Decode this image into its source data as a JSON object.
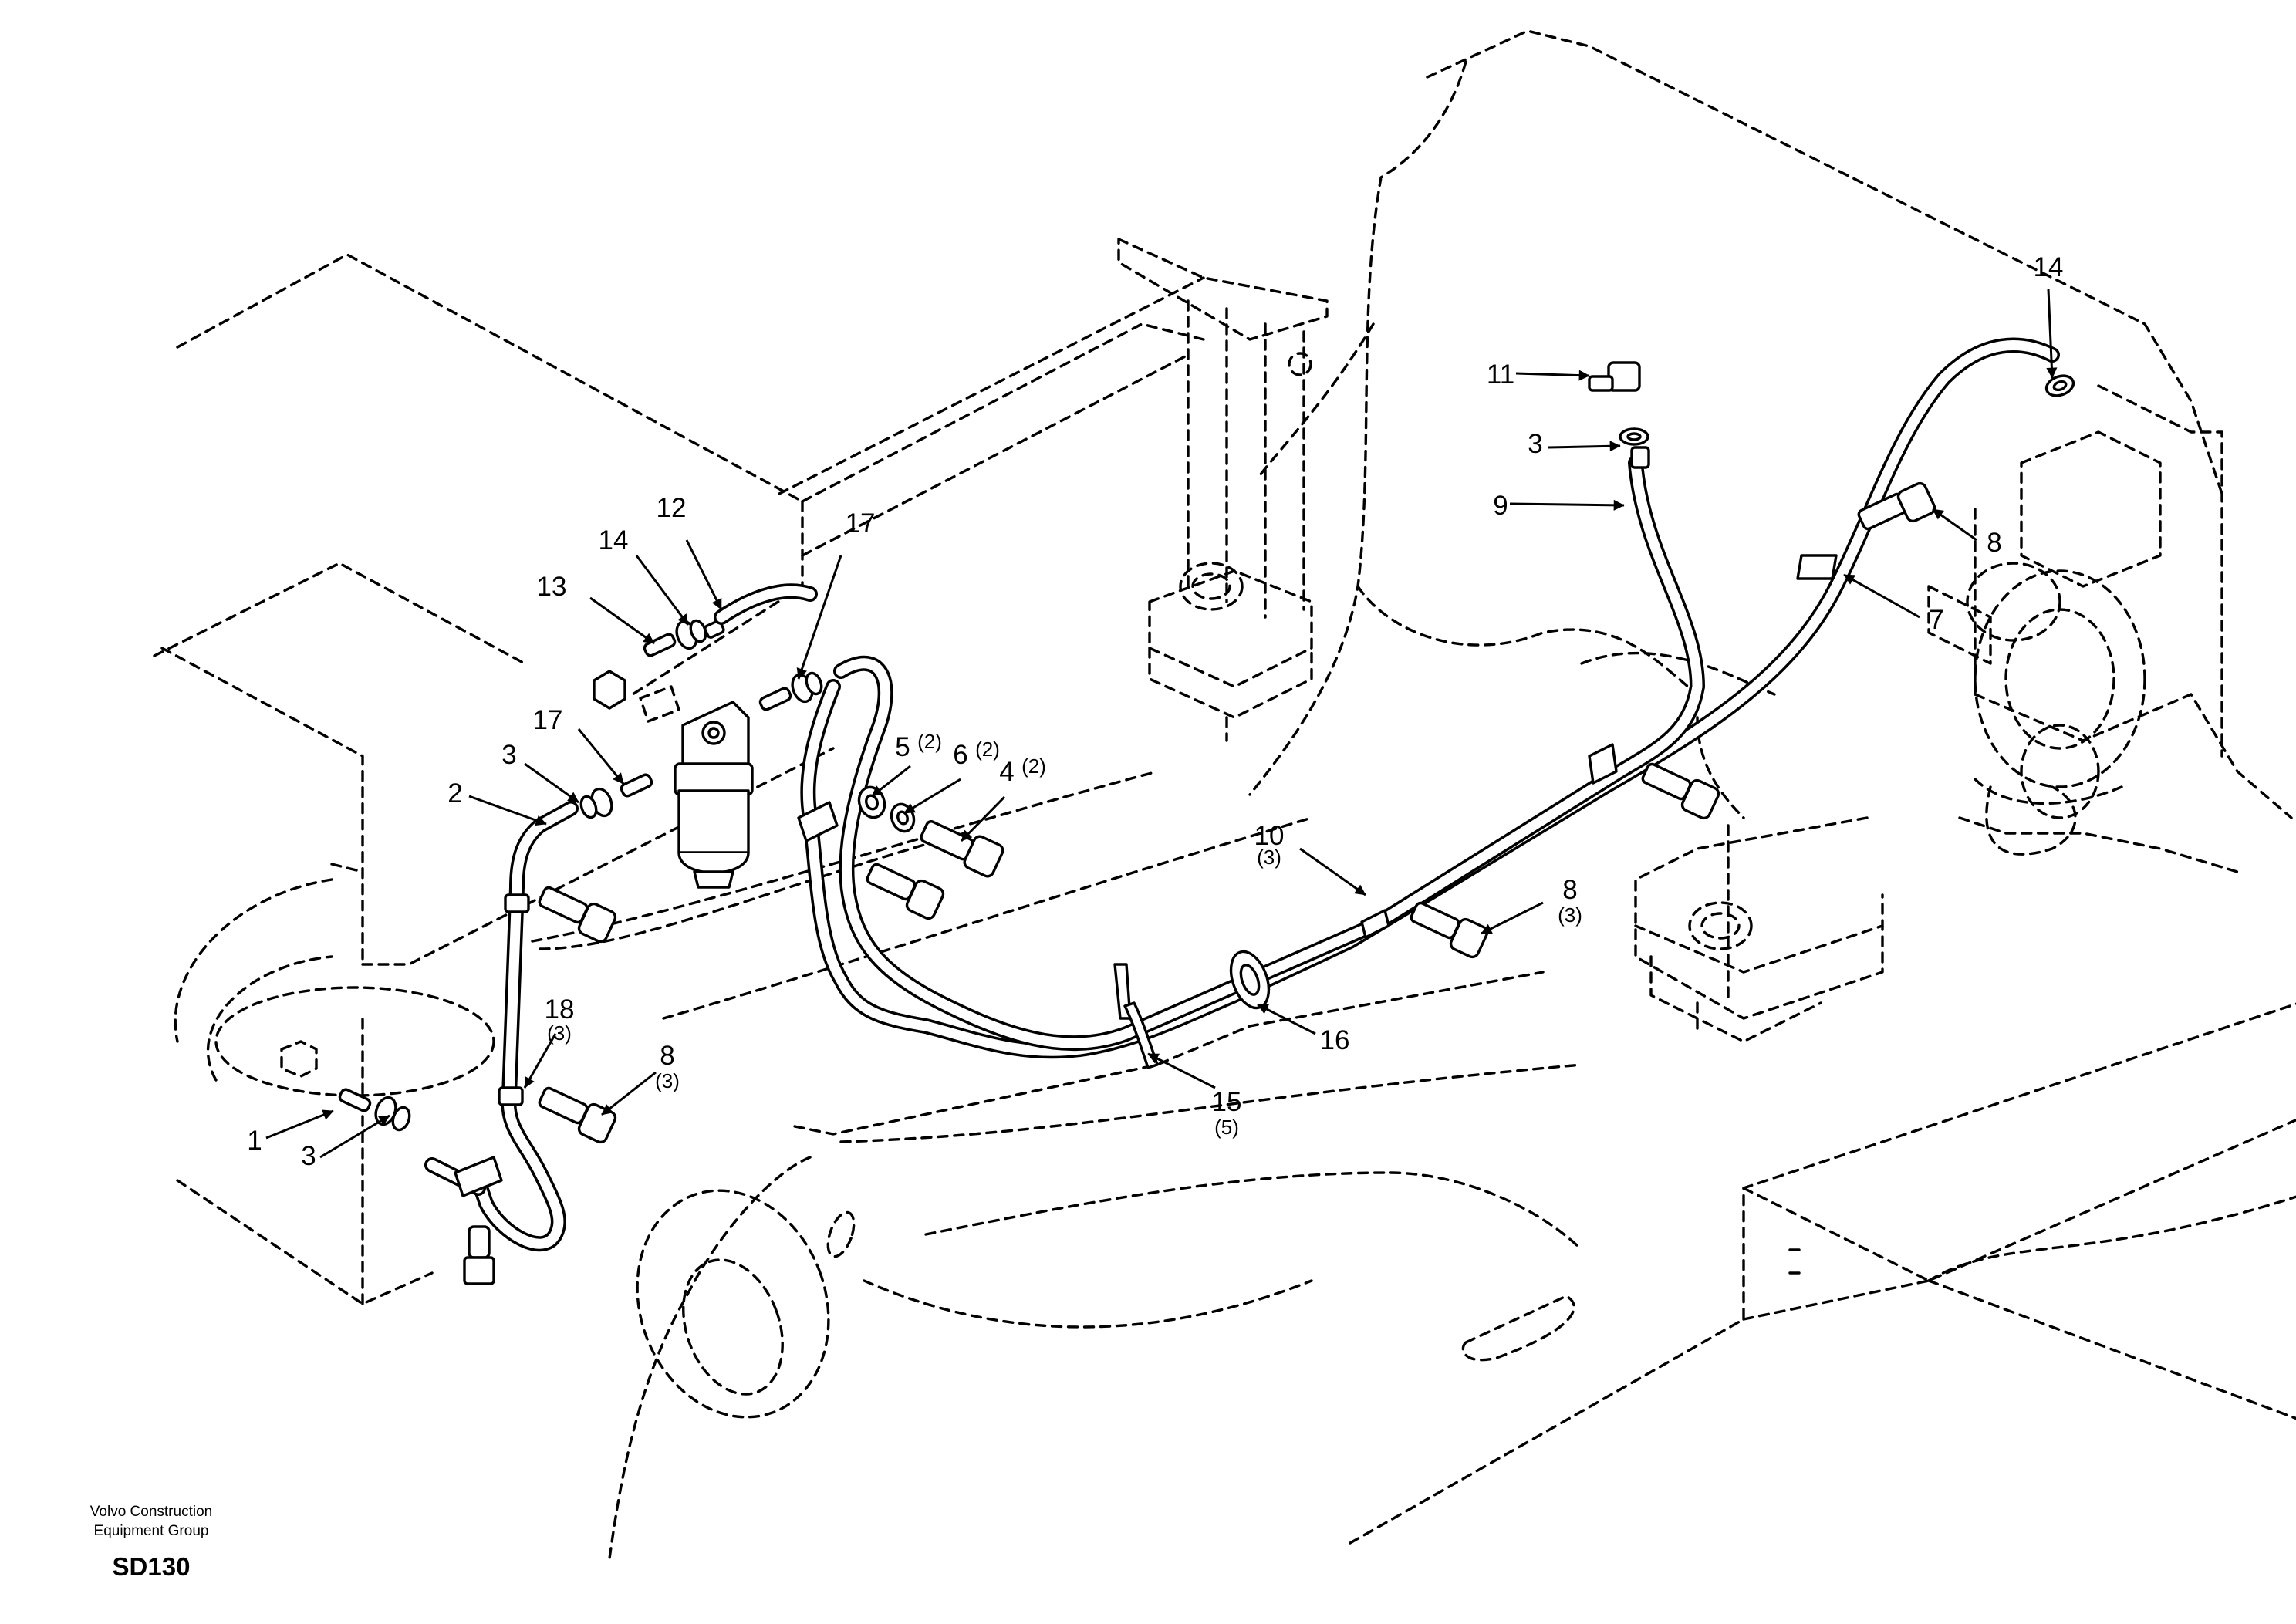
{
  "footer": {
    "company_line1": "Volvo Construction",
    "company_line2": "Equipment Group",
    "drawing_code": "SD130"
  },
  "callouts": [
    {
      "id": "c1",
      "number": "1",
      "qty": ""
    },
    {
      "id": "c2",
      "number": "2",
      "qty": ""
    },
    {
      "id": "c3a",
      "number": "3",
      "qty": ""
    },
    {
      "id": "c3b",
      "number": "3",
      "qty": ""
    },
    {
      "id": "c3c",
      "number": "3",
      "qty": ""
    },
    {
      "id": "c4",
      "number": "4",
      "qty": "(2)"
    },
    {
      "id": "c5",
      "number": "5",
      "qty": "(2)"
    },
    {
      "id": "c6",
      "number": "6",
      "qty": "(2)"
    },
    {
      "id": "c7",
      "number": "7",
      "qty": ""
    },
    {
      "id": "c8a",
      "number": "8",
      "qty": ""
    },
    {
      "id": "c8b",
      "number": "8",
      "qty": "(3)"
    },
    {
      "id": "c8c",
      "number": "8",
      "qty": "(3)"
    },
    {
      "id": "c9",
      "number": "9",
      "qty": ""
    },
    {
      "id": "c10",
      "number": "10",
      "qty": "(3)"
    },
    {
      "id": "c11",
      "number": "11",
      "qty": ""
    },
    {
      "id": "c12",
      "number": "12",
      "qty": ""
    },
    {
      "id": "c13",
      "number": "13",
      "qty": ""
    },
    {
      "id": "c14a",
      "number": "14",
      "qty": ""
    },
    {
      "id": "c14b",
      "number": "14",
      "qty": ""
    },
    {
      "id": "c15",
      "number": "15",
      "qty": "(5)"
    },
    {
      "id": "c16",
      "number": "16",
      "qty": ""
    },
    {
      "id": "c17a",
      "number": "17",
      "qty": ""
    },
    {
      "id": "c17b",
      "number": "17",
      "qty": ""
    },
    {
      "id": "c18",
      "number": "18",
      "qty": "(3)"
    }
  ]
}
